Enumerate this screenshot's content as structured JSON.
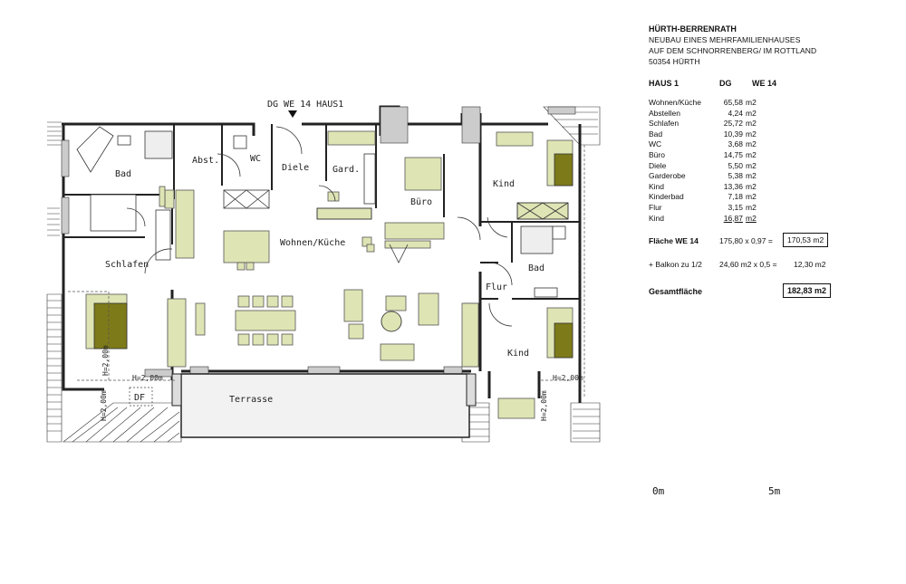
{
  "project": {
    "title": "HÜRTH-BERRENRATH",
    "line1": "NEUBAU EINES MEHRFAMILIENHAUSES",
    "line2": "AUF DEM SCHNORRENBERG/ IM ROTTLAND",
    "line3": "50354 HÜRTH"
  },
  "unit_header": {
    "haus": "HAUS 1",
    "floor": "DG",
    "unit": "WE 14"
  },
  "areas": [
    {
      "name": "Wohnen/Küche",
      "value": "65,58",
      "unit": "m2"
    },
    {
      "name": "Abstellen",
      "value": "4,24",
      "unit": "m2"
    },
    {
      "name": "Schlafen",
      "value": "25,72",
      "unit": "m2"
    },
    {
      "name": "Bad",
      "value": "10,39",
      "unit": "m2"
    },
    {
      "name": "WC",
      "value": "3,68",
      "unit": "m2"
    },
    {
      "name": "Büro",
      "value": "14,75",
      "unit": "m2"
    },
    {
      "name": "Diele",
      "value": "5,50",
      "unit": "m2"
    },
    {
      "name": "Garderobe",
      "value": "5,38",
      "unit": "m2"
    },
    {
      "name": "Kind",
      "value": "13,36",
      "unit": "m2"
    },
    {
      "name": "Kinderbad",
      "value": "7,18",
      "unit": "m2"
    },
    {
      "name": "Flur",
      "value": "3,15",
      "unit": "m2"
    },
    {
      "name": "Kind",
      "value": "16,87",
      "unit": "m2"
    }
  ],
  "flaeche": {
    "label": "Fläche WE 14",
    "formula": "175,80  x 0,97 =",
    "result": "170,53  m2"
  },
  "balkon": {
    "label": "+ Balkon zu 1/2",
    "formula": "24,60 m2 x 0,5 =",
    "result": "12,30  m2"
  },
  "gesamt": {
    "label": "Gesamtfläche",
    "result": "182,83  m2"
  },
  "scale": {
    "start": "0m",
    "end": "5m"
  },
  "plan_title": "DG WE 14 HAUS1",
  "rooms": {
    "bad": "Bad",
    "abst": "Abst.",
    "wc": "WC",
    "diele": "Diele",
    "gard": "Gard.",
    "buero": "Büro",
    "kind1": "Kind",
    "wohnen": "Wohnen/Küche",
    "schlafen": "Schlafen",
    "bad2": "Bad",
    "flur": "Flur",
    "kind2": "Kind",
    "terrasse": "Terrasse",
    "df": "DF",
    "h1": "H=2,00m",
    "h2": "H=2,00m",
    "h3": "H=2,00m",
    "h4": "H=2,00m",
    "h5": "H=2,00m"
  },
  "colors": {
    "furniture": "#dfe4b4",
    "bed": "#7d7a19",
    "wall": "#222222",
    "window": "#cccccc"
  }
}
